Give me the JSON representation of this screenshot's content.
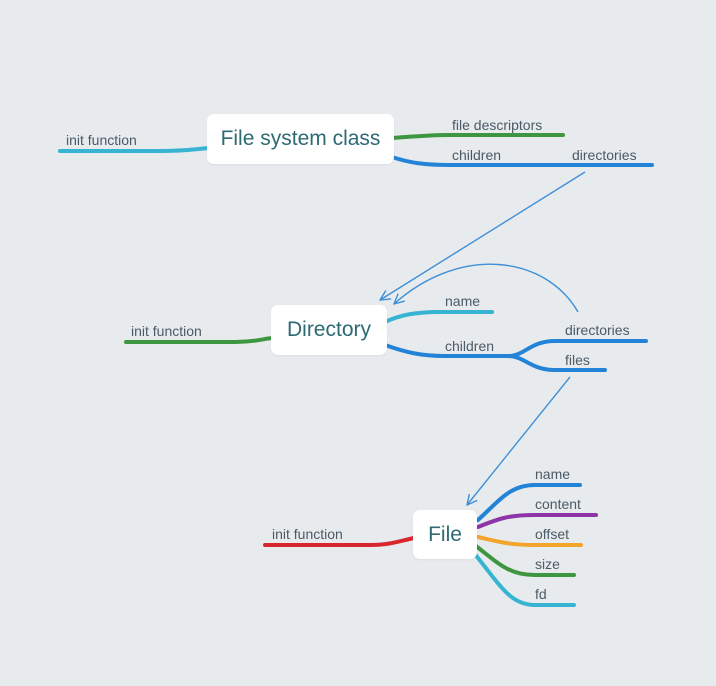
{
  "colors": {
    "background": "#e8ebee",
    "node_text": "#2d6a73",
    "label_text": "#4a5a66",
    "blue": "#2383d6",
    "cyan": "#36b4d2",
    "green": "#3e9640",
    "red": "#d8262e",
    "purple": "#8d35a8",
    "orange": "#f2a52a",
    "arrow": "#3f8fd8"
  },
  "nodes": {
    "filesystem": {
      "title": "File system class",
      "init_label": "init function",
      "branches": {
        "file_descriptors": "file descriptors",
        "children": "children",
        "directories": "directories"
      }
    },
    "directory": {
      "title": "Directory",
      "init_label": "init function",
      "branches": {
        "name": "name",
        "children": "children",
        "directories": "directories",
        "files": "files"
      }
    },
    "file": {
      "title": "File",
      "init_label": "init function",
      "branches": {
        "name": "name",
        "content": "content",
        "offset": "offset",
        "size": "size",
        "fd": "fd"
      }
    }
  }
}
